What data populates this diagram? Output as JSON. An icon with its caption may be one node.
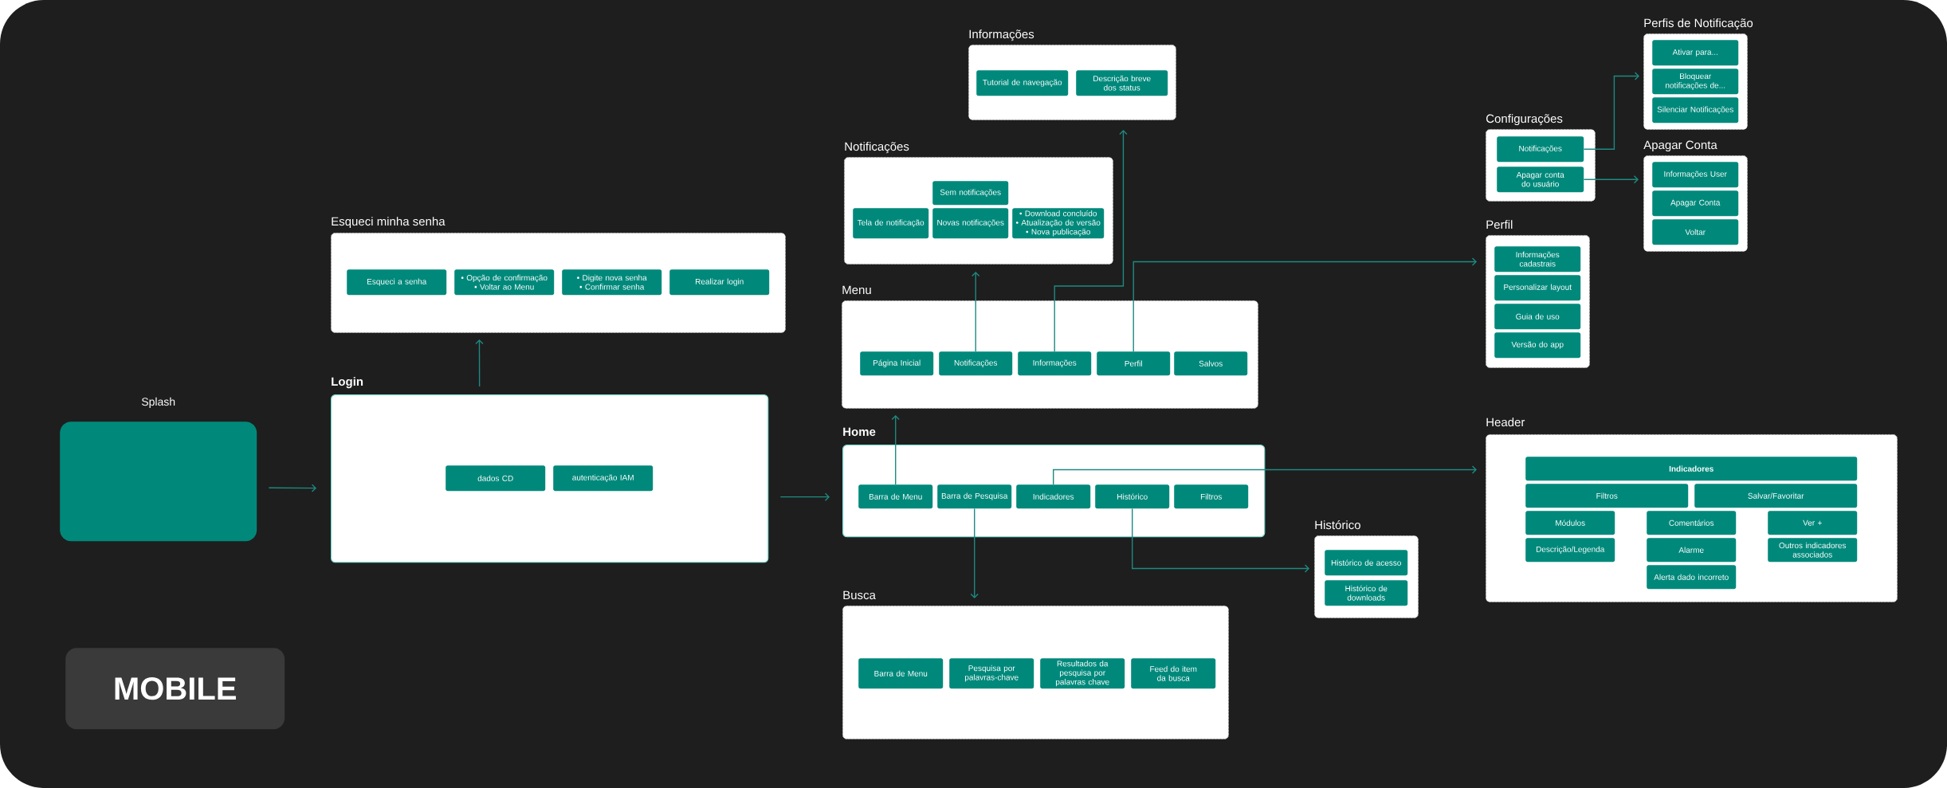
{
  "diagram": {
    "nodes": [
      {
        "text": [
          "Splash"
        ]
      },
      {
        "text": [
          "MOBILE"
        ]
      },
      {
        "text": [
          "Login"
        ]
      },
      {
        "text": [
          "dados CD"
        ],
        "in": 2
      },
      {
        "text": [
          "autenticação IAM"
        ],
        "in": 2
      },
      {
        "text": [
          "Esqueci minha senha"
        ]
      },
      {
        "text": [
          "Esqueci a senha"
        ],
        "in": 5
      },
      {
        "text": [
          "• Opção de confirmação",
          "• Voltar ao Menu"
        ],
        "in": 5
      },
      {
        "text": [
          "• Digite nova senha",
          "• Confirmar senha"
        ],
        "in": 5
      },
      {
        "text": [
          "Realizar login"
        ],
        "in": 5
      },
      {
        "text": [
          "Informações"
        ]
      },
      {
        "text": [
          "Tutorial de navegação"
        ],
        "in": 10
      },
      {
        "text": [
          "Descrição breve dos status"
        ],
        "in": 10
      },
      {
        "text": [
          "Notificações"
        ]
      },
      {
        "text": [
          "Sem notificações"
        ],
        "in": 13
      },
      {
        "text": [
          "Tela de notificação"
        ],
        "in": 13
      },
      {
        "text": [
          "Novas notificações"
        ],
        "in": 13
      },
      {
        "text": [
          "• Download concluído",
          "• Atualização de versão",
          "• Nova publicação"
        ],
        "in": 13
      },
      {
        "text": [
          "Menu"
        ]
      },
      {
        "text": [
          "Página Inicial"
        ],
        "in": 18
      },
      {
        "text": [
          "Notificações"
        ],
        "in": 18
      },
      {
        "text": [
          "Informações"
        ],
        "in": 18
      },
      {
        "text": [
          "Perfil"
        ],
        "in": 18
      },
      {
        "text": [
          "Salvos"
        ],
        "in": 18
      },
      {
        "text": [
          "Home"
        ]
      },
      {
        "text": [
          "Barra de Menu"
        ],
        "in": 24
      },
      {
        "text": [
          "Barra de Pesquisa"
        ],
        "in": 24
      },
      {
        "text": [
          "Indicadores"
        ],
        "in": 24
      },
      {
        "text": [
          "Histórico"
        ],
        "in": 24
      },
      {
        "text": [
          "Filtros"
        ],
        "in": 24
      },
      {
        "text": [
          "Busca"
        ]
      },
      {
        "text": [
          "Barra de Menu"
        ],
        "in": 30
      },
      {
        "text": [
          "Pesquisa por palavras-chave"
        ],
        "in": 30
      },
      {
        "text": [
          "Resultados da pesquisa por palavras chave"
        ],
        "in": 30
      },
      {
        "text": [
          "Feed do item da busca"
        ],
        "in": 30
      },
      {
        "text": [
          "Histórico"
        ]
      },
      {
        "text": [
          "Histórico de acesso"
        ],
        "in": 35
      },
      {
        "text": [
          "Histórico de downloads"
        ],
        "in": 35
      },
      {
        "text": [
          "Configurações"
        ]
      },
      {
        "text": [
          "Notificações"
        ],
        "in": 38
      },
      {
        "text": [
          "Apagar conta do usuário"
        ],
        "in": 38
      },
      {
        "text": [
          "Perfis de Notificação"
        ]
      },
      {
        "text": [
          "Ativar para..."
        ],
        "in": 41
      },
      {
        "text": [
          "Bloquear notificações de..."
        ],
        "in": 41
      },
      {
        "text": [
          "Silenciar Notificações"
        ],
        "in": 41
      },
      {
        "text": [
          "Apagar Conta"
        ]
      },
      {
        "text": [
          "Informações User"
        ],
        "in": 45
      },
      {
        "text": [
          "Apagar Conta"
        ],
        "in": 45
      },
      {
        "text": [
          "Voltar"
        ],
        "in": 45
      },
      {
        "text": [
          "Perfil"
        ]
      },
      {
        "text": [
          "Informações cadastrais"
        ],
        "in": 49
      },
      {
        "text": [
          "Personalizar layout"
        ],
        "in": 49
      },
      {
        "text": [
          "Guia de uso"
        ],
        "in": 49
      },
      {
        "text": [
          "Versão do app"
        ],
        "in": 49
      },
      {
        "text": [
          "Header"
        ]
      },
      {
        "text": [
          "Indicadores"
        ],
        "in": 54
      },
      {
        "text": [
          "Filtros"
        ],
        "in": 54
      },
      {
        "text": [
          "Salvar/Favoritar"
        ],
        "in": 54
      },
      {
        "text": [
          "Módulos"
        ],
        "in": 54
      },
      {
        "text": [
          "Comentários"
        ],
        "in": 54
      },
      {
        "text": [
          "Ver +"
        ],
        "in": 54
      },
      {
        "text": [
          "Descrição/Legenda"
        ],
        "in": 54
      },
      {
        "text": [
          "Alarme"
        ],
        "in": 54
      },
      {
        "text": [
          "Outros indicadores associados"
        ],
        "in": 54
      },
      {
        "text": [
          "Alerta dado incorreto"
        ],
        "in": 54
      }
    ],
    "edges": [
      {
        "from": 0,
        "to": 2,
        "arrow": "to"
      },
      {
        "from": 2,
        "to": 5,
        "arrow": "to"
      },
      {
        "from": 2,
        "to": 24,
        "arrow": "to"
      },
      {
        "from": 25,
        "to": 18,
        "arrow": "to"
      },
      {
        "from": 26,
        "to": 30,
        "arrow": "to"
      },
      {
        "from": 27,
        "to": 54,
        "arrow": "to"
      },
      {
        "from": 28,
        "to": 35,
        "arrow": "to"
      },
      {
        "from": 20,
        "to": 13,
        "arrow": "to"
      },
      {
        "from": 21,
        "to": 10,
        "arrow": "to"
      },
      {
        "from": 22,
        "to": 49,
        "arrow": "to"
      },
      {
        "from": 39,
        "to": 41,
        "arrow": "to"
      },
      {
        "from": 40,
        "to": 45,
        "arrow": "to"
      }
    ]
  }
}
